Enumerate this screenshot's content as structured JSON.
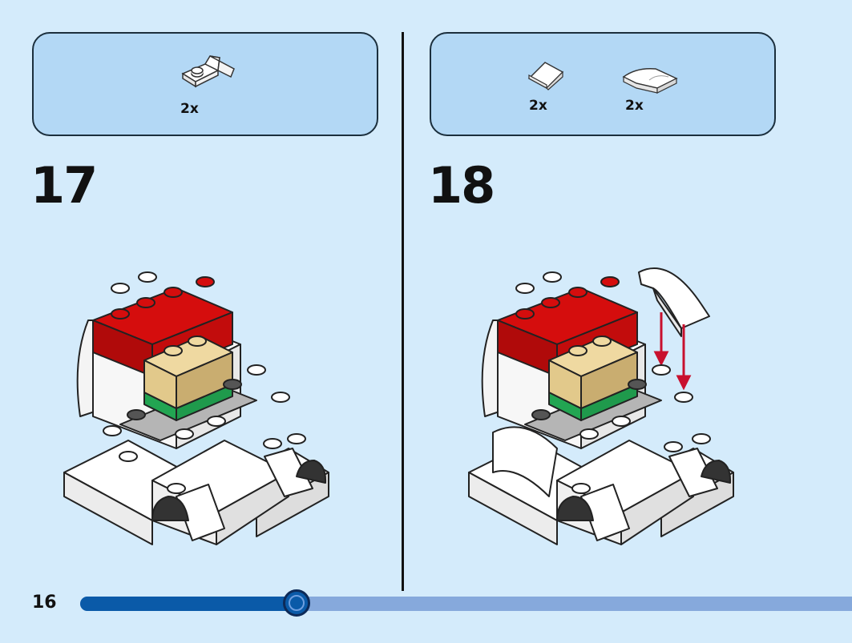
{
  "page_number": "16",
  "progress": 0.28,
  "steps": [
    {
      "number": "17",
      "parts": [
        {
          "quantity": "2x",
          "icon": "bracket-plate-icon"
        }
      ]
    },
    {
      "number": "18",
      "parts": [
        {
          "quantity": "2x",
          "icon": "slope-tile-icon"
        },
        {
          "quantity": "2x",
          "icon": "curved-slope-icon"
        }
      ]
    }
  ],
  "colors": {
    "background": "#d4ebfb",
    "parts_box": "#b3d8f5",
    "brick_red": "#d50d0d",
    "brick_tan": "#e2c98b",
    "brick_green": "#2fc96b",
    "progress_fill": "#0a5aa8",
    "progress_track": "#86a9dc"
  }
}
